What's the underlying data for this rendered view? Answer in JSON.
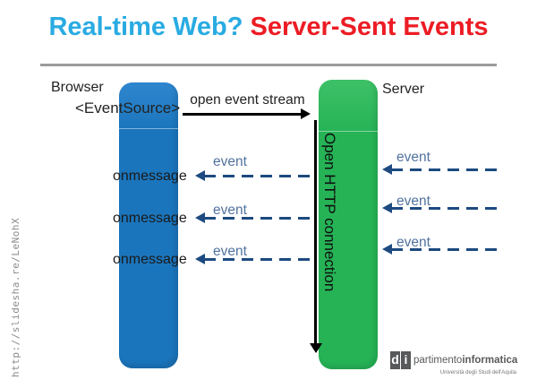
{
  "slide": {
    "title_left": "Real-time Web? ",
    "title_right": "Server-Sent Events",
    "url": "http://slidesha.re/LeNohX"
  },
  "diagram": {
    "browser_label": "Browser",
    "api_label": "<EventSource>",
    "open_stream_label": "open event stream",
    "server_label": "Server",
    "connection_label": "Open HTTP connection",
    "left_events": [
      {
        "label": "event",
        "handler": "onmessage"
      },
      {
        "label": "event",
        "handler": "onmessage"
      },
      {
        "label": "event",
        "handler": "onmessage"
      }
    ],
    "right_events": [
      {
        "label": "event"
      },
      {
        "label": "event"
      },
      {
        "label": "event"
      }
    ]
  },
  "logo": {
    "box_letters": [
      "d",
      "i"
    ],
    "name_regular": "partimento",
    "name_bold": "informatica",
    "subtitle": "Università degli Studi dell'Aquila"
  },
  "colors": {
    "title_left": "#29abe2",
    "title_right": "#ec1c24",
    "rule": "#9b9b9b",
    "browser_bar": "#1b75bc",
    "server_bar": "#26b356",
    "dash_arrow": "#1d4a80",
    "event_text": "#51739f",
    "url_text": "#8c8c8c",
    "logo_gray": "#58595b"
  }
}
